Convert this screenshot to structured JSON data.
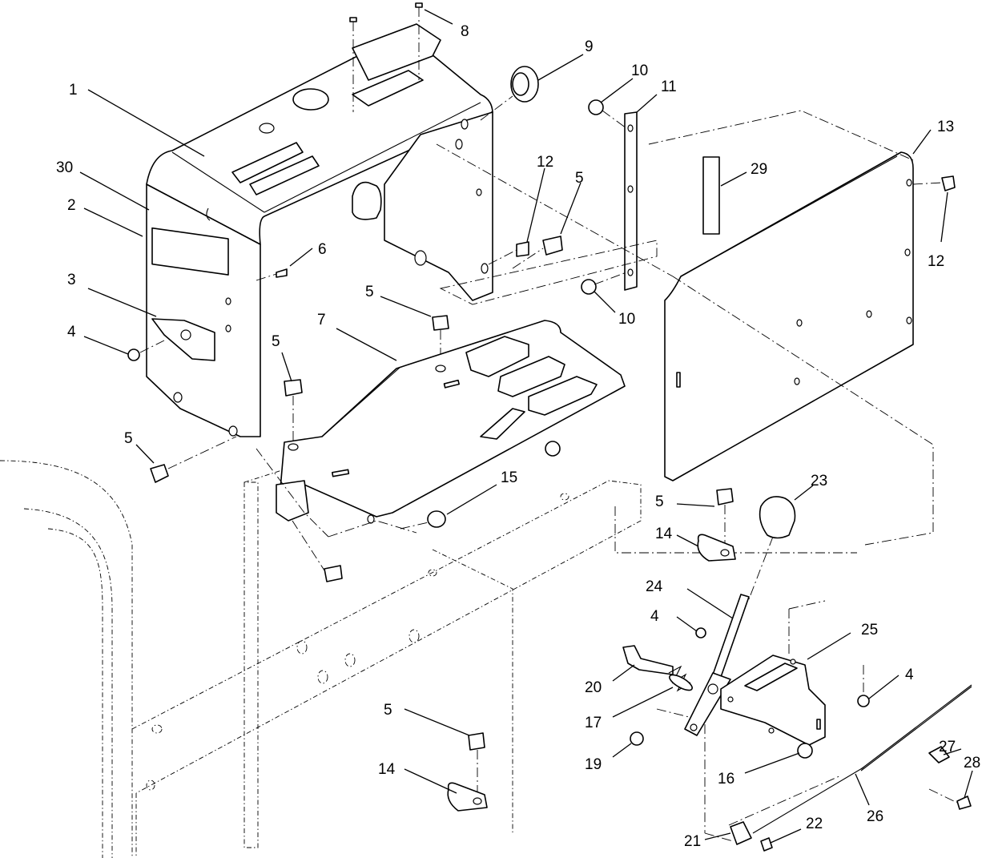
{
  "callouts": [
    {
      "id": "c1",
      "label": "1"
    },
    {
      "id": "c2",
      "label": "2"
    },
    {
      "id": "c3",
      "label": "3"
    },
    {
      "id": "c4a",
      "label": "4"
    },
    {
      "id": "c4b",
      "label": "4"
    },
    {
      "id": "c4c",
      "label": "4"
    },
    {
      "id": "c5a",
      "label": "5"
    },
    {
      "id": "c5b",
      "label": "5"
    },
    {
      "id": "c5c",
      "label": "5"
    },
    {
      "id": "c5d",
      "label": "5"
    },
    {
      "id": "c5e",
      "label": "5"
    },
    {
      "id": "c5f",
      "label": "5"
    },
    {
      "id": "c6",
      "label": "6"
    },
    {
      "id": "c7",
      "label": "7"
    },
    {
      "id": "c8",
      "label": "8"
    },
    {
      "id": "c9",
      "label": "9"
    },
    {
      "id": "c10a",
      "label": "10"
    },
    {
      "id": "c10b",
      "label": "10"
    },
    {
      "id": "c11",
      "label": "11"
    },
    {
      "id": "c12a",
      "label": "12"
    },
    {
      "id": "c12b",
      "label": "12"
    },
    {
      "id": "c13",
      "label": "13"
    },
    {
      "id": "c14a",
      "label": "14"
    },
    {
      "id": "c14b",
      "label": "14"
    },
    {
      "id": "c15",
      "label": "15"
    },
    {
      "id": "c16",
      "label": "16"
    },
    {
      "id": "c17",
      "label": "17"
    },
    {
      "id": "c19",
      "label": "19"
    },
    {
      "id": "c20",
      "label": "20"
    },
    {
      "id": "c21",
      "label": "21"
    },
    {
      "id": "c22",
      "label": "22"
    },
    {
      "id": "c23",
      "label": "23"
    },
    {
      "id": "c24",
      "label": "24"
    },
    {
      "id": "c25",
      "label": "25"
    },
    {
      "id": "c26",
      "label": "26"
    },
    {
      "id": "c27",
      "label": "27"
    },
    {
      "id": "c28",
      "label": "28"
    },
    {
      "id": "c29",
      "label": "29"
    },
    {
      "id": "c30",
      "label": "30"
    }
  ]
}
